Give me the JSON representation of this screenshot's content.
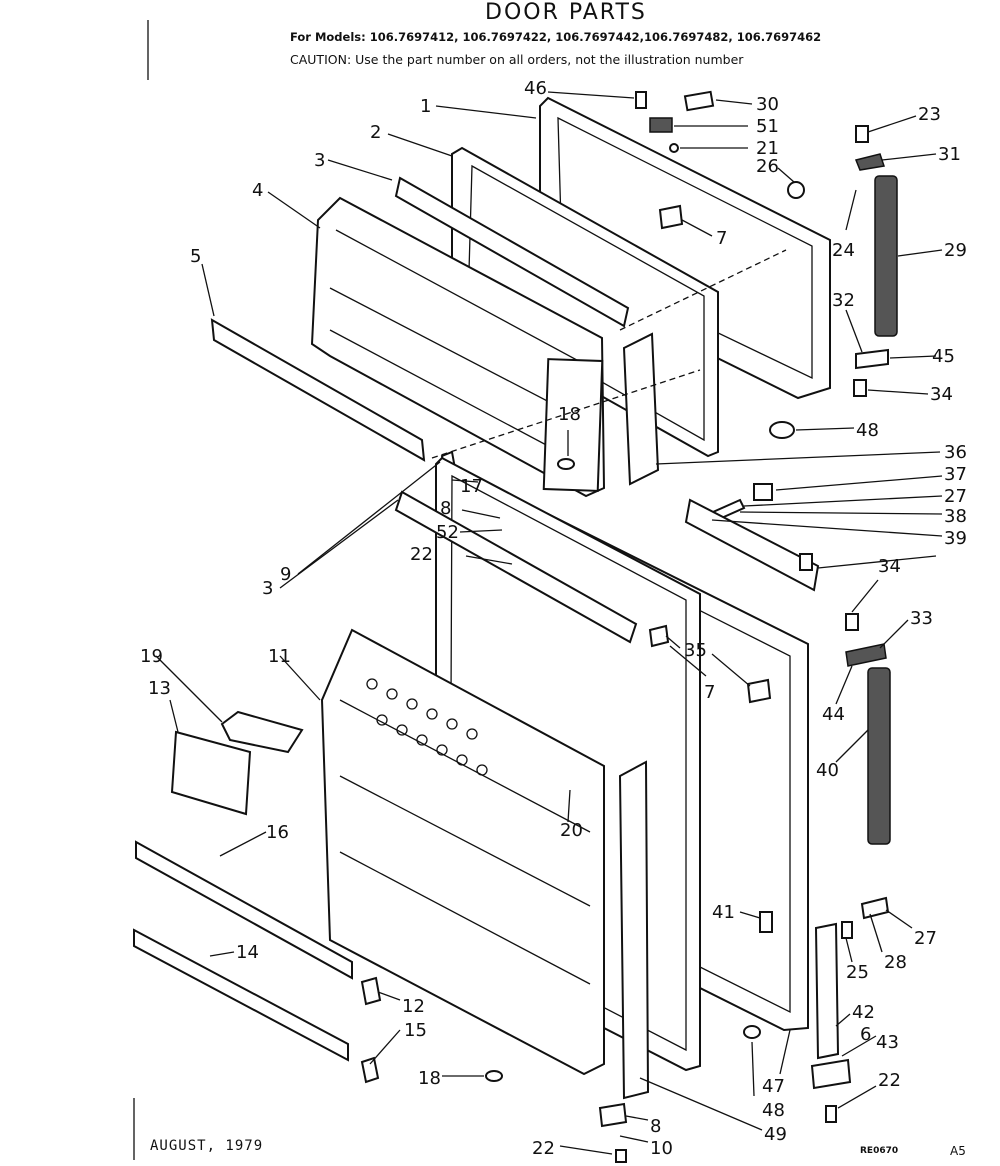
{
  "header": {
    "title": "DOOR PARTS",
    "models": "For Models: 106.7697412, 106.7697422, 106.7697442,106.7697482, 106.7697462",
    "caution": "CAUTION: Use the part number on all orders, not the illustration number"
  },
  "footer": {
    "date": "AUGUST, 1979",
    "code": "RE0670",
    "page": "A5"
  },
  "callouts": [
    "1",
    "2",
    "3",
    "4",
    "5",
    "46",
    "30",
    "51",
    "21",
    "23",
    "31",
    "26",
    "7",
    "24",
    "29",
    "32",
    "45",
    "34",
    "48",
    "18",
    "17",
    "36",
    "37",
    "27",
    "38",
    "39",
    "8",
    "52",
    "22",
    "9",
    "3",
    "34",
    "33",
    "19",
    "11",
    "13",
    "35",
    "7",
    "44",
    "40",
    "20",
    "16",
    "41",
    "27",
    "25",
    "28",
    "14",
    "12",
    "15",
    "42",
    "6",
    "43",
    "22",
    "18",
    "47",
    "48",
    "8",
    "10",
    "49",
    "22"
  ]
}
